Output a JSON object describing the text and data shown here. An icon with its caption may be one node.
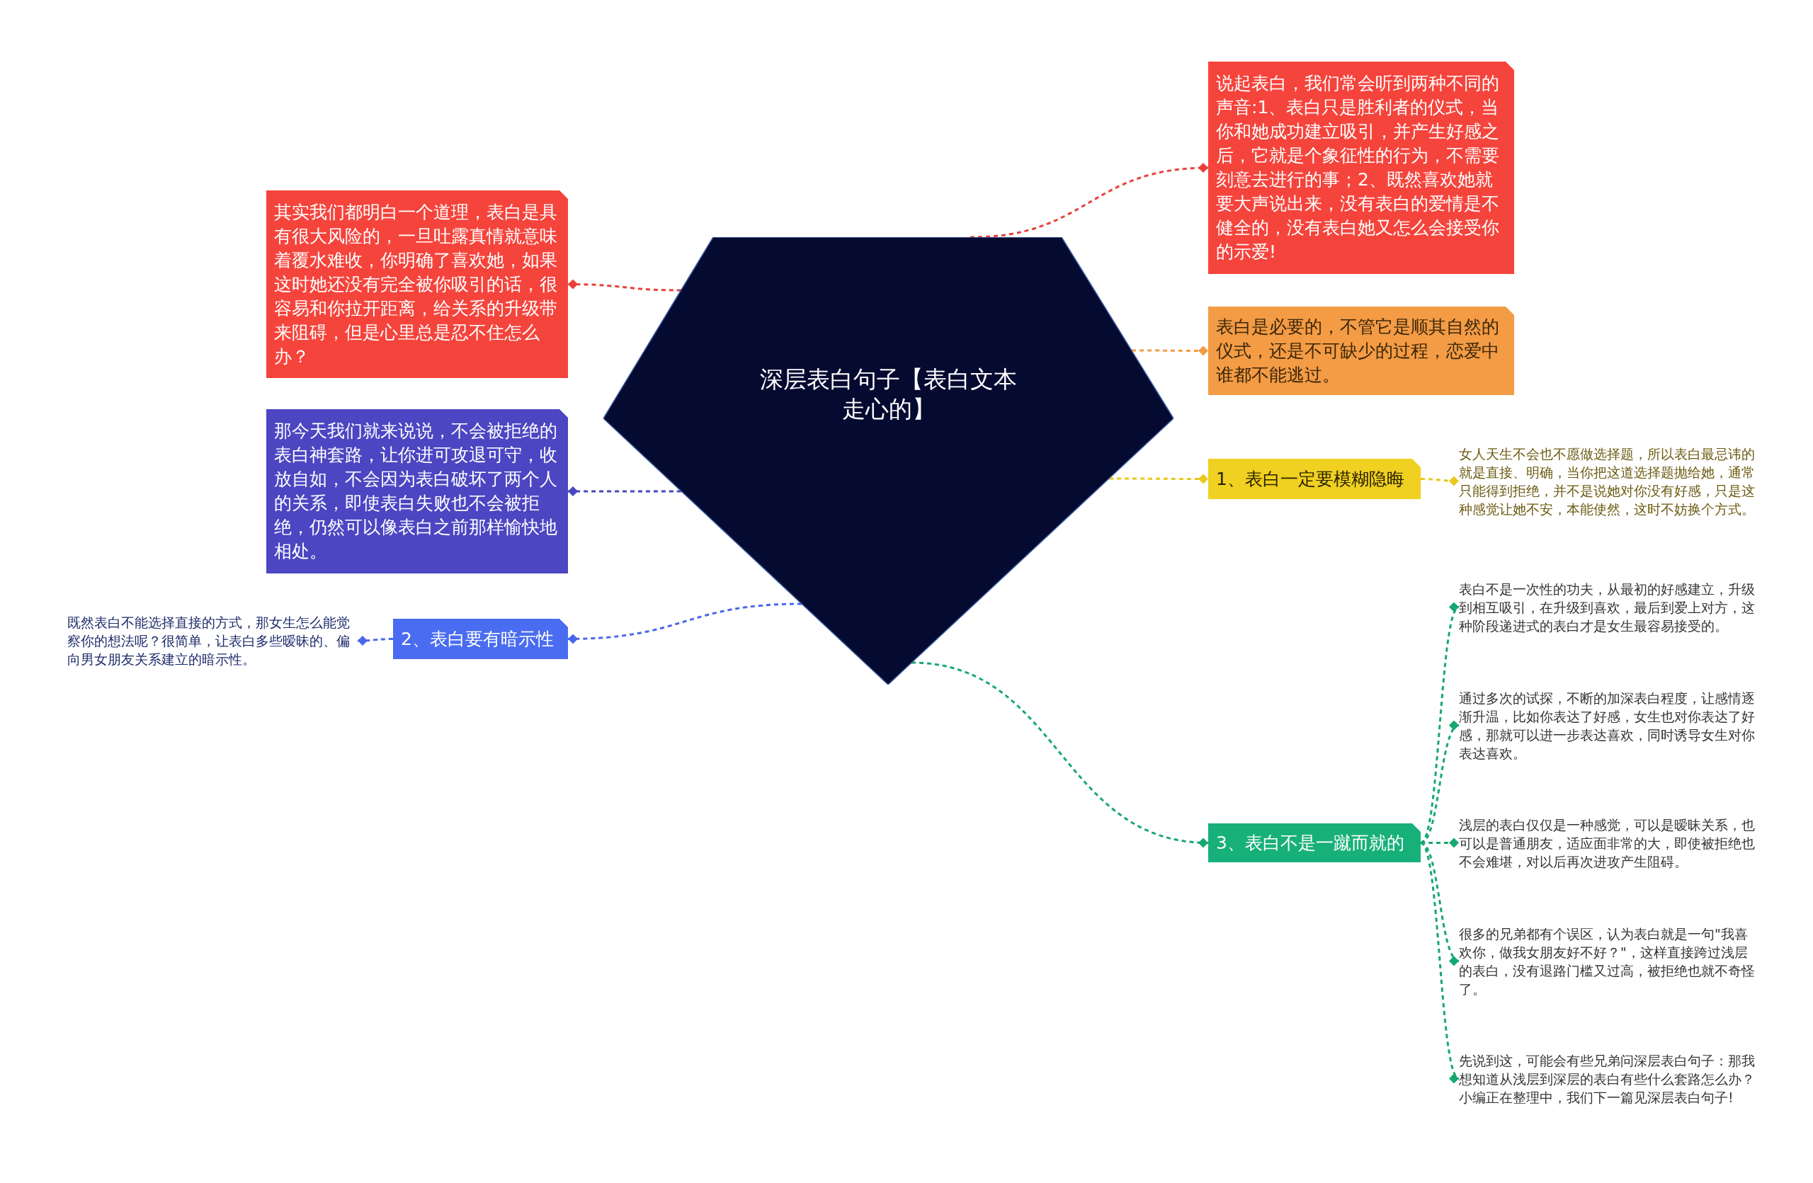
{
  "diagram": {
    "nodes": [
      {
        "text": [
          "深层表白句子【表白文本走心的】"
        ]
      },
      {
        "text": [
          "说起表白，我们常会听到两种不同的声音:1、表白只是胜利者的仪式，当你和她成功建立吸引，并产生好感之后，它就是个象征性的行为，不需要刻意去进行的事；2、既然喜欢她就要大声说出来，没有表白的爱情是不健全的，没有表白她又怎么会接受你的示爱!"
        ]
      },
      {
        "text": [
          "表白是必要的，不管它是顺其自然的仪式，还是不可缺少的过程，恋爱中谁都不能逃过。"
        ]
      },
      {
        "text": [
          "1、表白一定要模糊隐晦"
        ]
      },
      {
        "text": [
          "女人天生不会也不愿做选择题，所以表白最忌讳的就是直接、明确，当你把这道选择题抛给她，通常只能得到拒绝，并不是说她对你没有好感，只是这种感觉让她不安，本能使然，这时不妨换个方式。"
        ]
      },
      {
        "text": [
          "3、表白不是一蹴而就的"
        ]
      },
      {
        "text": [
          "表白不是一次性的功夫，从最初的好感建立，升级到相互吸引，在升级到喜欢，最后到爱上对方，这种阶段递进式的表白才是女生最容易接受的。"
        ]
      },
      {
        "text": [
          "通过多次的试探，不断的加深表白程度，让感情逐渐升温，比如你表达了好感，女生也对你表达了好感，那就可以进一步表达喜欢，同时诱导女生对你表达喜欢。"
        ]
      },
      {
        "text": [
          "浅层的表白仅仅是一种感觉，可以是暧昧关系，也可以是普通朋友，适应面非常的大，即使被拒绝也不会难堪，对以后再次进攻产生阻碍。"
        ]
      },
      {
        "text": [
          "很多的兄弟都有个误区，认为表白就是一句\"我喜欢你，做我女朋友好不好？\"，这样直接跨过浅层的表白，没有退路门槛又过高，被拒绝也就不奇怪了。"
        ]
      },
      {
        "text": [
          "先说到这，可能会有些兄弟问深层表白句子：那我想知道从浅层到深层的表白有些什么套路怎么办？小编正在整理中，我们下一篇见深层表白句子!"
        ]
      },
      {
        "text": [
          "其实我们都明白一个道理，表白是具有很大风险的，一旦吐露真情就意味着覆水难收，你明确了喜欢她，如果这时她还没有完全被你吸引的话，很容易和你拉开距离，给关系的升级带来阻碍，但是心里总是忍不住怎么办？"
        ]
      },
      {
        "text": [
          "那今天我们就来说说，不会被拒绝的表白神套路，让你进可攻退可守，收放自如，不会因为表白破坏了两个人的关系，即使表白失败也不会被拒绝，仍然可以像表白之前那样愉快地相处。"
        ]
      },
      {
        "text": [
          "2、表白要有暗示性"
        ]
      },
      {
        "text": [
          "既然表白不能选择直接的方式，那女生怎么能觉察你的想法呢？很简单，让表白多些暧昧的、偏向男女朋友关系建立的暗示性。"
        ]
      }
    ],
    "edges": [
      {
        "from": 0,
        "to": 1,
        "arrow": "other",
        "style": "dashed",
        "color": "#e8413a"
      },
      {
        "from": 0,
        "to": 2,
        "arrow": "other",
        "style": "dashed",
        "color": "#f39b45"
      },
      {
        "from": 0,
        "to": 3,
        "arrow": "other",
        "style": "dashed",
        "color": "#e8c81c"
      },
      {
        "from": 3,
        "to": 4,
        "arrow": "other",
        "style": "dashed",
        "color": "#e8c81c"
      },
      {
        "from": 0,
        "to": 5,
        "arrow": "other",
        "style": "dashed",
        "color": "#16a870"
      },
      {
        "from": 5,
        "to": 6,
        "arrow": "other",
        "style": "dashed",
        "color": "#16a870"
      },
      {
        "from": 5,
        "to": 7,
        "arrow": "other",
        "style": "dashed",
        "color": "#16a870"
      },
      {
        "from": 5,
        "to": 8,
        "arrow": "other",
        "style": "dashed",
        "color": "#16a870"
      },
      {
        "from": 5,
        "to": 9,
        "arrow": "other",
        "style": "dashed",
        "color": "#16a870"
      },
      {
        "from": 5,
        "to": 10,
        "arrow": "other",
        "style": "dashed",
        "color": "#16a870"
      },
      {
        "from": 0,
        "to": 11,
        "arrow": "other",
        "style": "dashed",
        "color": "#e8413a"
      },
      {
        "from": 0,
        "to": 12,
        "arrow": "other",
        "style": "dashed",
        "color": "#4a46c0"
      },
      {
        "from": 0,
        "to": 13,
        "arrow": "other",
        "style": "dashed",
        "color": "#4a66ee"
      },
      {
        "from": 13,
        "to": 14,
        "arrow": "other",
        "style": "dashed",
        "color": "#4a66ee"
      }
    ]
  }
}
